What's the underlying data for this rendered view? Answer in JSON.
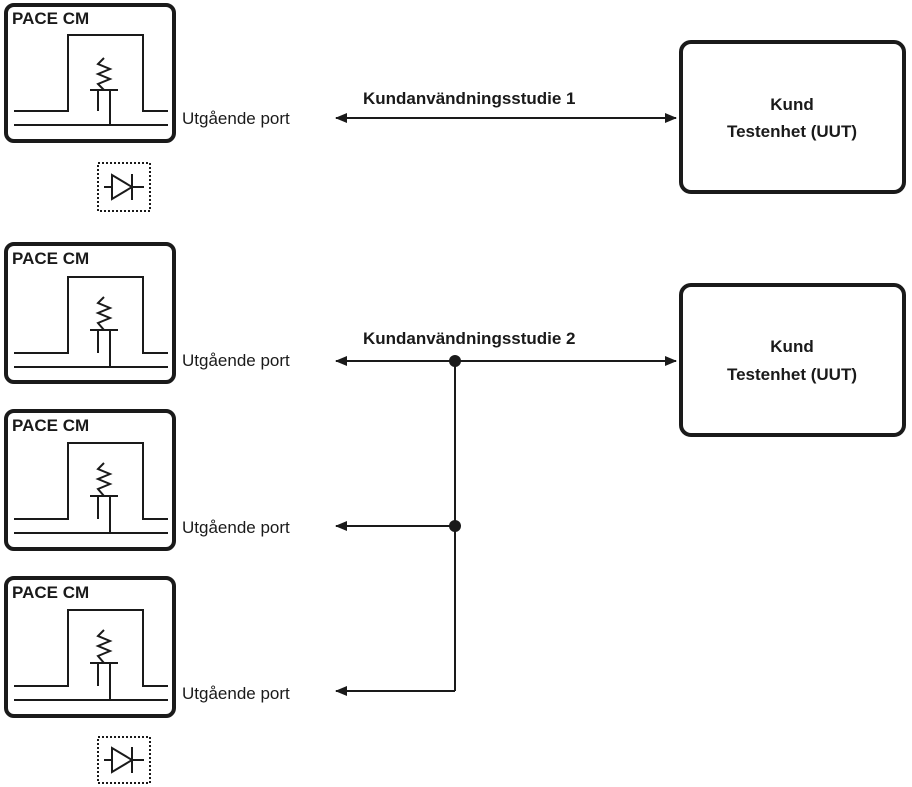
{
  "colors": {
    "stroke": "#1a1a1a",
    "background": "#ffffff"
  },
  "modules": [
    {
      "title": "PACE CM",
      "port_label": "Utgående port",
      "has_diode": true
    },
    {
      "title": "PACE CM",
      "port_label": "Utgående port",
      "has_diode": false
    },
    {
      "title": "PACE CM",
      "port_label": "Utgående port",
      "has_diode": false
    },
    {
      "title": "PACE CM",
      "port_label": "Utgående port",
      "has_diode": true
    }
  ],
  "studies": [
    {
      "label": "Kundanvändningsstudie 1"
    },
    {
      "label": "Kundanvändningsstudie 2"
    }
  ],
  "uuts": [
    {
      "line1": "Kund",
      "line2": "Testenhet (UUT)"
    },
    {
      "line1": "Kund",
      "line2": "Testenhet (UUT)"
    }
  ],
  "icons": {
    "module_symbol": "pressure-module-schematic-icon",
    "diode": "diode-icon"
  }
}
